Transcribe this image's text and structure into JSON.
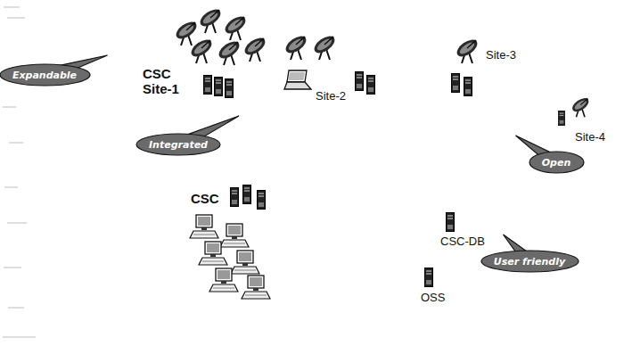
{
  "diagram": {
    "nodes": [
      {
        "text": [
          "Expandable"
        ]
      },
      {
        "text": [
          "Integrated"
        ]
      },
      {
        "text": [
          "Open"
        ]
      },
      {
        "text": [
          "User friendly"
        ]
      }
    ],
    "labels": [
      "CSC Site-1",
      "Site-2",
      "Site-3",
      "Site-4",
      "CSC",
      "CSC-DB",
      "OSS"
    ]
  }
}
